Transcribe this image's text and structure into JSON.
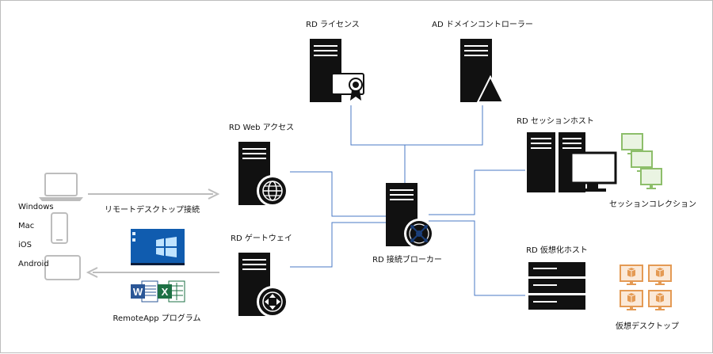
{
  "labels": {
    "rd_license": "RD ライセンス",
    "ad_controller": "AD ドメインコントローラー",
    "rd_web": "RD Web アクセス",
    "rd_gateway": "RD ゲートウェイ",
    "rd_broker": "RD 接続ブローカー",
    "rd_session_host": "RD セッションホスト",
    "session_collection": "セッションコレクション",
    "rd_vh_host": "RD 仮想化ホスト",
    "virtual_desktop": "仮想デスクトップ",
    "remote_desktop_conn": "リモートデスクトップ接続",
    "remoteapp": "RemoteApp プログラム"
  },
  "clients": [
    "Windows",
    "Mac",
    "iOS",
    "Android"
  ],
  "office_icons": [
    "W",
    "X"
  ],
  "colors": {
    "link": "#4a79c6",
    "server": "#111111",
    "device": "#bdbdbd",
    "collection": "#8dbe6a",
    "collection_fill": "#eaf4e2",
    "vdesk": "#e49a54",
    "vdesk_fill": "#fbe9d8",
    "word": "#2b5797",
    "excel": "#1e7145",
    "win_screen": "#1470c8"
  }
}
